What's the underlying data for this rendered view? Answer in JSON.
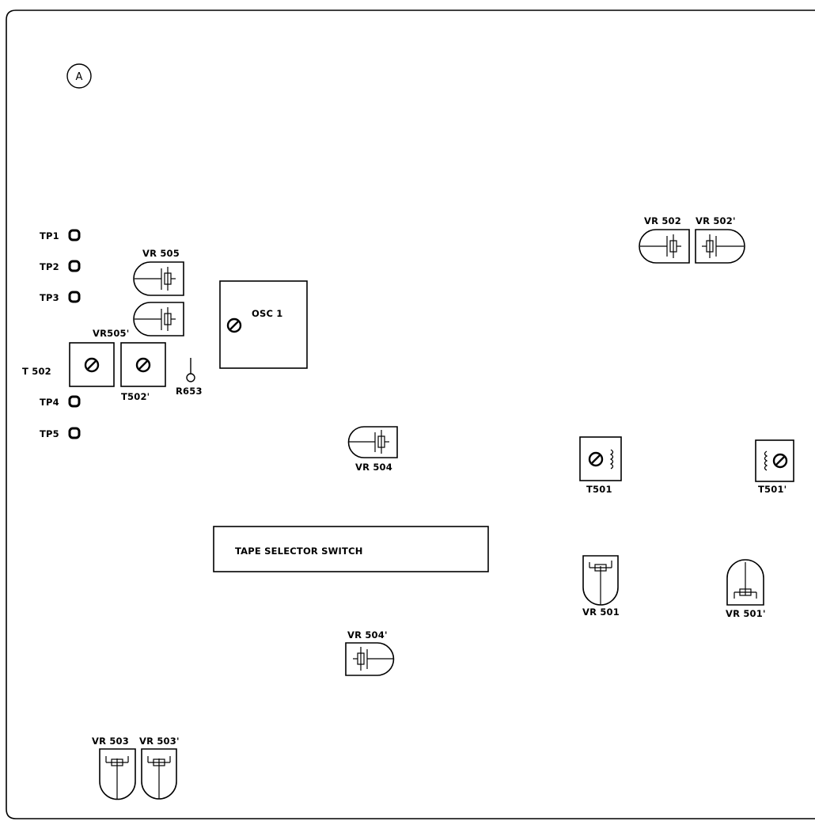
{
  "diagram": {
    "section_label": "A",
    "test_points": [
      {
        "id": "tp1",
        "label": "TP1"
      },
      {
        "id": "tp2",
        "label": "TP2"
      },
      {
        "id": "tp3",
        "label": "TP3"
      },
      {
        "id": "tp4",
        "label": "TP4"
      },
      {
        "id": "tp5",
        "label": "TP5"
      }
    ],
    "labels": {
      "vr505": "VR 505",
      "vr505p": "VR505'",
      "t502": "T 502",
      "t502p": "T502'",
      "r653": "R653",
      "osc1": "OSC 1",
      "vr504": "VR 504",
      "vr504p": "VR 504'",
      "vr502": "VR 502",
      "vr502p": "VR 502'",
      "t501": "T501",
      "t501p": "T501'",
      "vr501": "VR 501",
      "vr501p": "VR 501'",
      "vr503": "VR 503",
      "vr503p": "VR 503'",
      "tape_selector": "TAPE SELECTOR SWITCH"
    }
  }
}
